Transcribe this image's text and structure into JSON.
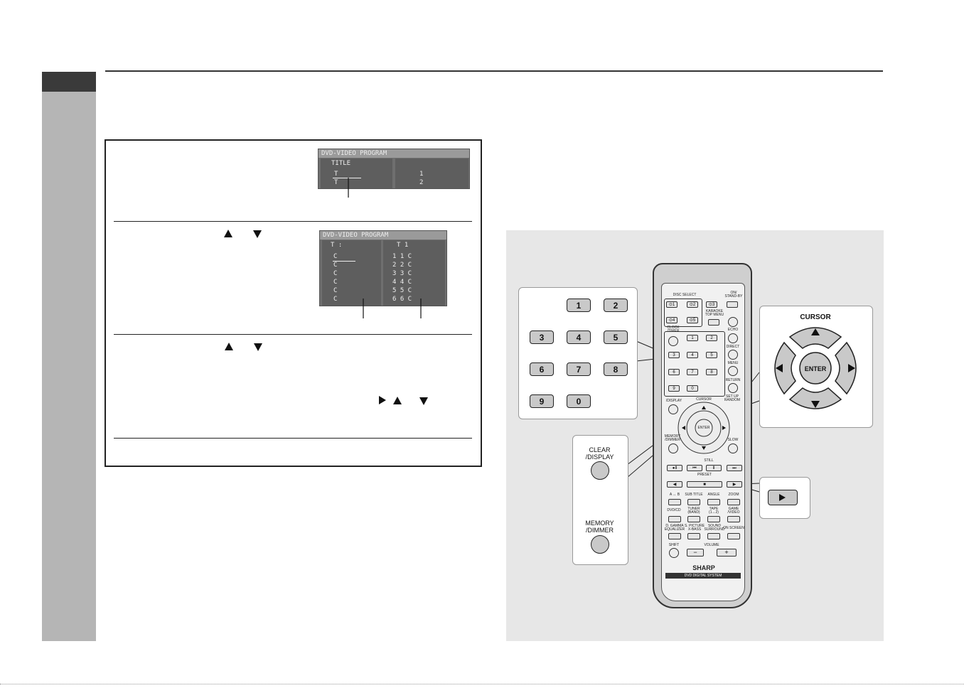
{
  "screen1": {
    "header": "DVD-VIDEO PROGRAM",
    "title_label": "TITLE",
    "rows": [
      "T",
      "T"
    ],
    "numbers": [
      "1",
      "2"
    ]
  },
  "screen2": {
    "header": "DVD-VIDEO PROGRAM",
    "left_header": "T   :",
    "right_header": "T   1",
    "left_rows": [
      "C",
      "C",
      "C",
      "C",
      "C",
      "C"
    ],
    "right_rows": [
      "1   1 C",
      "2   2 C",
      "3   3 C",
      "4   4 C",
      "5   5 C",
      "6   6 C"
    ]
  },
  "keypad": {
    "keys": [
      "1",
      "2",
      "3",
      "4",
      "5",
      "6",
      "7",
      "8",
      "9",
      "0"
    ]
  },
  "clear_callout": {
    "clear_label": "CLEAR\n/DISPLAY",
    "memory_label": "MEMORY\n/DIMMER"
  },
  "cursor_callout": {
    "title": "CURSOR",
    "enter": "ENTER"
  },
  "remote": {
    "brand": "SHARP",
    "system": "DVD DIGITAL SYSTEM",
    "disc_select": "DISC SELECT",
    "on_standby": "ON/\nSTAND-BY",
    "karaoke": "KARAOKE\nTOP MENU",
    "echo": "ECHO",
    "clock_timer": "CLOCK\n/TIMER",
    "direct": "DIRECT",
    "menu": "MENU",
    "return": "RETURN",
    "setup": "SET UP\nRANDOM",
    "cursor": "CURSOR",
    "enter": "ENTER",
    "display": "/DISPLAY",
    "memory": "MEMORY\n/DIMMER",
    "slow": "SLOW",
    "still": "STILL",
    "preset": "PRESET",
    "ab": "A ↔ B",
    "subtitle": "SUB TITLE",
    "angle": "ANGLE",
    "zoom": "ZOOM",
    "dvdcd": "DVD/CD",
    "tuner": "TUNER\n(BAND)",
    "tape": "TAPE\n(1↔2)",
    "game": "GAME\n/VIDEO",
    "dgamma": "D. GAMMA\nEQUALIZER",
    "spicture": "S. PICTURE\nX-BASS",
    "sound": "SOUND\nSURROUND",
    "onscreen": "ON SCREEN",
    "shift": "SHIFT",
    "volume": "VOLUME",
    "keys": [
      "1",
      "2",
      "3",
      "4",
      "5",
      "6",
      "7",
      "8",
      "9",
      "0"
    ],
    "disc_keys": [
      "⊙1",
      "⊙2",
      "⊙3",
      "⊙4",
      "⊙5"
    ]
  }
}
